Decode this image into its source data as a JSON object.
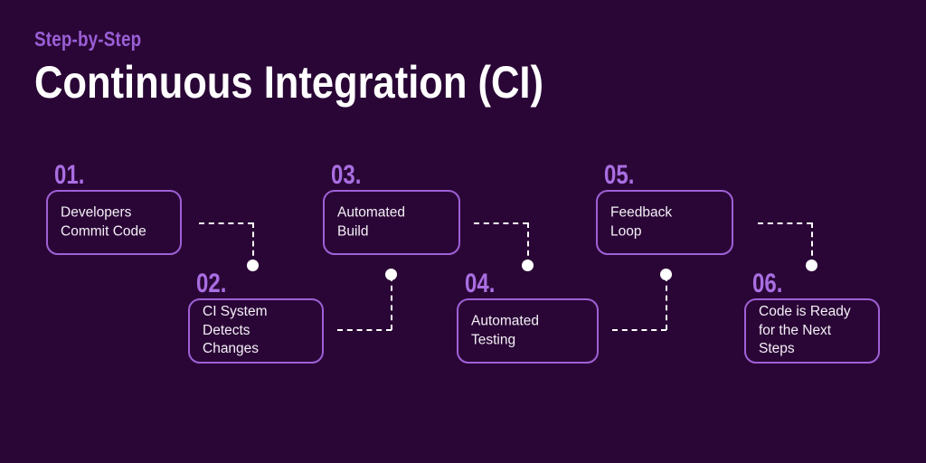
{
  "header": {
    "eyebrow": "Step-by-Step",
    "title": "Continuous Integration (CI)"
  },
  "theme": {
    "background": "#2a0636",
    "card_border": "#9e61d6",
    "number_color": "#a96ee2",
    "eyebrow_color": "#9a5fd6",
    "text_color": "#f4f0f7",
    "connector_color": "#ffffff"
  },
  "steps": [
    {
      "number": "01.",
      "label": "Developers\nCommit Code",
      "row": "top"
    },
    {
      "number": "02.",
      "label": "CI System\nDetects\nChanges",
      "row": "bottom"
    },
    {
      "number": "03.",
      "label": "Automated\nBuild",
      "row": "top"
    },
    {
      "number": "04.",
      "label": "Automated\nTesting",
      "row": "bottom"
    },
    {
      "number": "05.",
      "label": "Feedback\nLoop",
      "row": "top"
    },
    {
      "number": "06.",
      "label": "Code is Ready\nfor the Next\nSteps",
      "row": "bottom"
    }
  ],
  "connectors": [
    {
      "from": "01.",
      "to": "02.",
      "direction": "down"
    },
    {
      "from": "02.",
      "to": "03.",
      "direction": "up"
    },
    {
      "from": "03.",
      "to": "04.",
      "direction": "down"
    },
    {
      "from": "04.",
      "to": "05.",
      "direction": "up"
    },
    {
      "from": "05.",
      "to": "06.",
      "direction": "down"
    }
  ]
}
